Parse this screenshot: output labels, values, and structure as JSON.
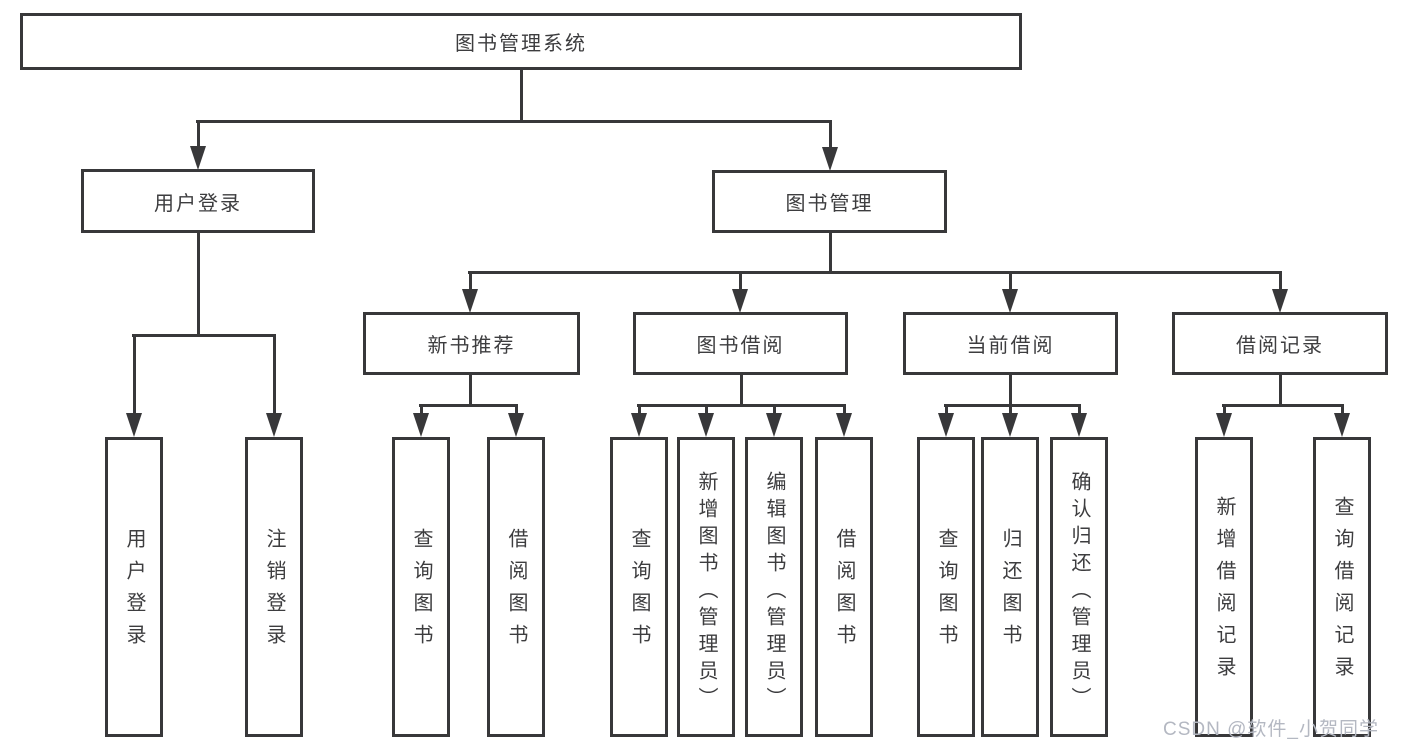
{
  "diagram": {
    "root": "图书管理系统",
    "level2": {
      "user_login": "用户登录",
      "book_mgmt": "图书管理"
    },
    "level3": {
      "new_books": "新书推荐",
      "borrow": "图书借阅",
      "current": "当前借阅",
      "records": "借阅记录"
    },
    "leaves": {
      "login": "用户登录",
      "logout": "注销登录",
      "nb_query": "查询图书",
      "nb_borrow": "借阅图书",
      "bw_query": "查询图书",
      "bw_add": "新增图书（管理员）",
      "bw_edit": "编辑图书（管理员）",
      "bw_borrow": "借阅图书",
      "cur_query": "查询图书",
      "cur_return": "归还图书",
      "cur_confirm": "确认归还（管理员）",
      "rec_add": "新增借阅记录",
      "rec_query": "查询借阅记录"
    }
  },
  "watermark": "CSDN @软件_小贺同学",
  "colors": {
    "line": "#38383a",
    "text": "#3d3d3f",
    "watermark": "#b4b8c2"
  }
}
